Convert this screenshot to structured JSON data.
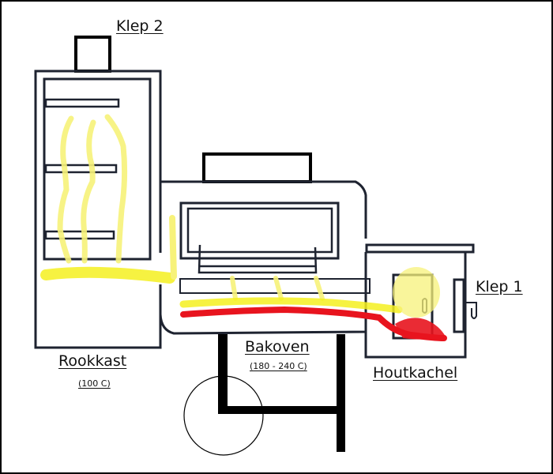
{
  "title": "Smoker diagram",
  "labels": {
    "klep2": "Klep 2",
    "klep1": "Klep 1",
    "rookkast": "Rookkast",
    "rookkast_temp": "(100 C)",
    "bakoven": "Bakoven",
    "bakoven_temp": "(180 - 240 C)",
    "houtkachel": "Houtkachel"
  },
  "colors": {
    "outline": "#1e2330",
    "smoke": "#f7f27a",
    "smoke_strong": "#f5f020",
    "fire": "#e8141e",
    "frame": "#000000"
  }
}
